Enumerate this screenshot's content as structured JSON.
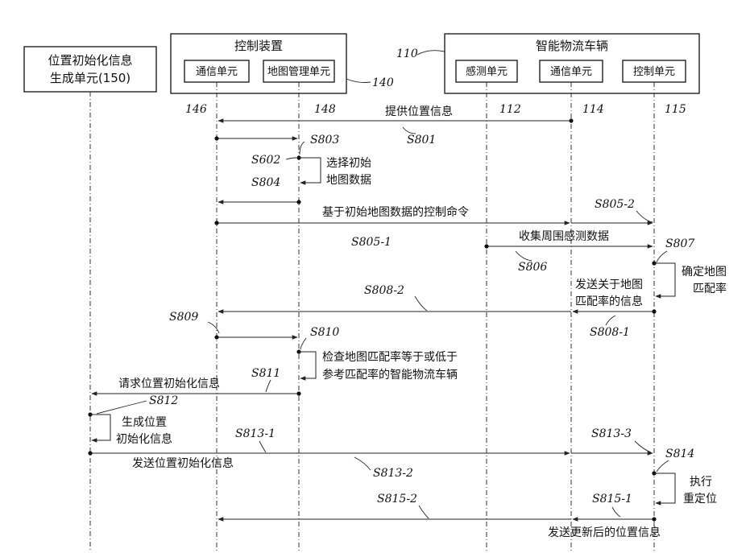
{
  "devices": {
    "init_gen": {
      "line1": "位置初始化信息",
      "line2": "生成单元(150)"
    },
    "control_device": {
      "title": "控制装置",
      "comm_unit": "通信单元",
      "map_unit": "地图管理单元",
      "ref": "140"
    },
    "vehicle": {
      "title": "智能物流车辆",
      "ref": "110",
      "sense_unit": "感测单元",
      "comm_unit": "通信单元",
      "ctrl_unit": "控制单元"
    }
  },
  "refs": {
    "r146": "146",
    "r148": "148",
    "r112": "112",
    "r114": "114",
    "r115": "115"
  },
  "steps": {
    "s801": "S801",
    "s803": "S803",
    "s602": "S602",
    "s804": "S804",
    "s805_2": "S805-2",
    "s805_1": "S805-1",
    "s806": "S806",
    "s807": "S807",
    "s808_2": "S808-2",
    "s808_1": "S808-1",
    "s809": "S809",
    "s810": "S810",
    "s811": "S811",
    "s812": "S812",
    "s813_1": "S813-1",
    "s813_3": "S813-3",
    "s813_2": "S813-2",
    "s814": "S814",
    "s815_2": "S815-2",
    "s815_1": "S815-1"
  },
  "messages": {
    "provide_position": "提供位置信息",
    "select_initial_1": "选择初始",
    "select_initial_2": "地图数据",
    "control_command": "基于初始地图数据的控制命令",
    "collect_sensing": "收集周围感测数据",
    "determine_1": "确定地图",
    "determine_2": "匹配率",
    "send_match_1": "发送关于地图",
    "send_match_2": "匹配率的信息",
    "check_1": "检查地图匹配率等于或低于",
    "check_2": "参考匹配率的智能物流车辆",
    "request_init": "请求位置初始化信息",
    "generate_1": "生成位置",
    "generate_2": "初始化信息",
    "send_init": "发送位置初始化信息",
    "relocate_1": "执行",
    "relocate_2": "重定位",
    "send_updated": "发送更新后的位置信息"
  }
}
